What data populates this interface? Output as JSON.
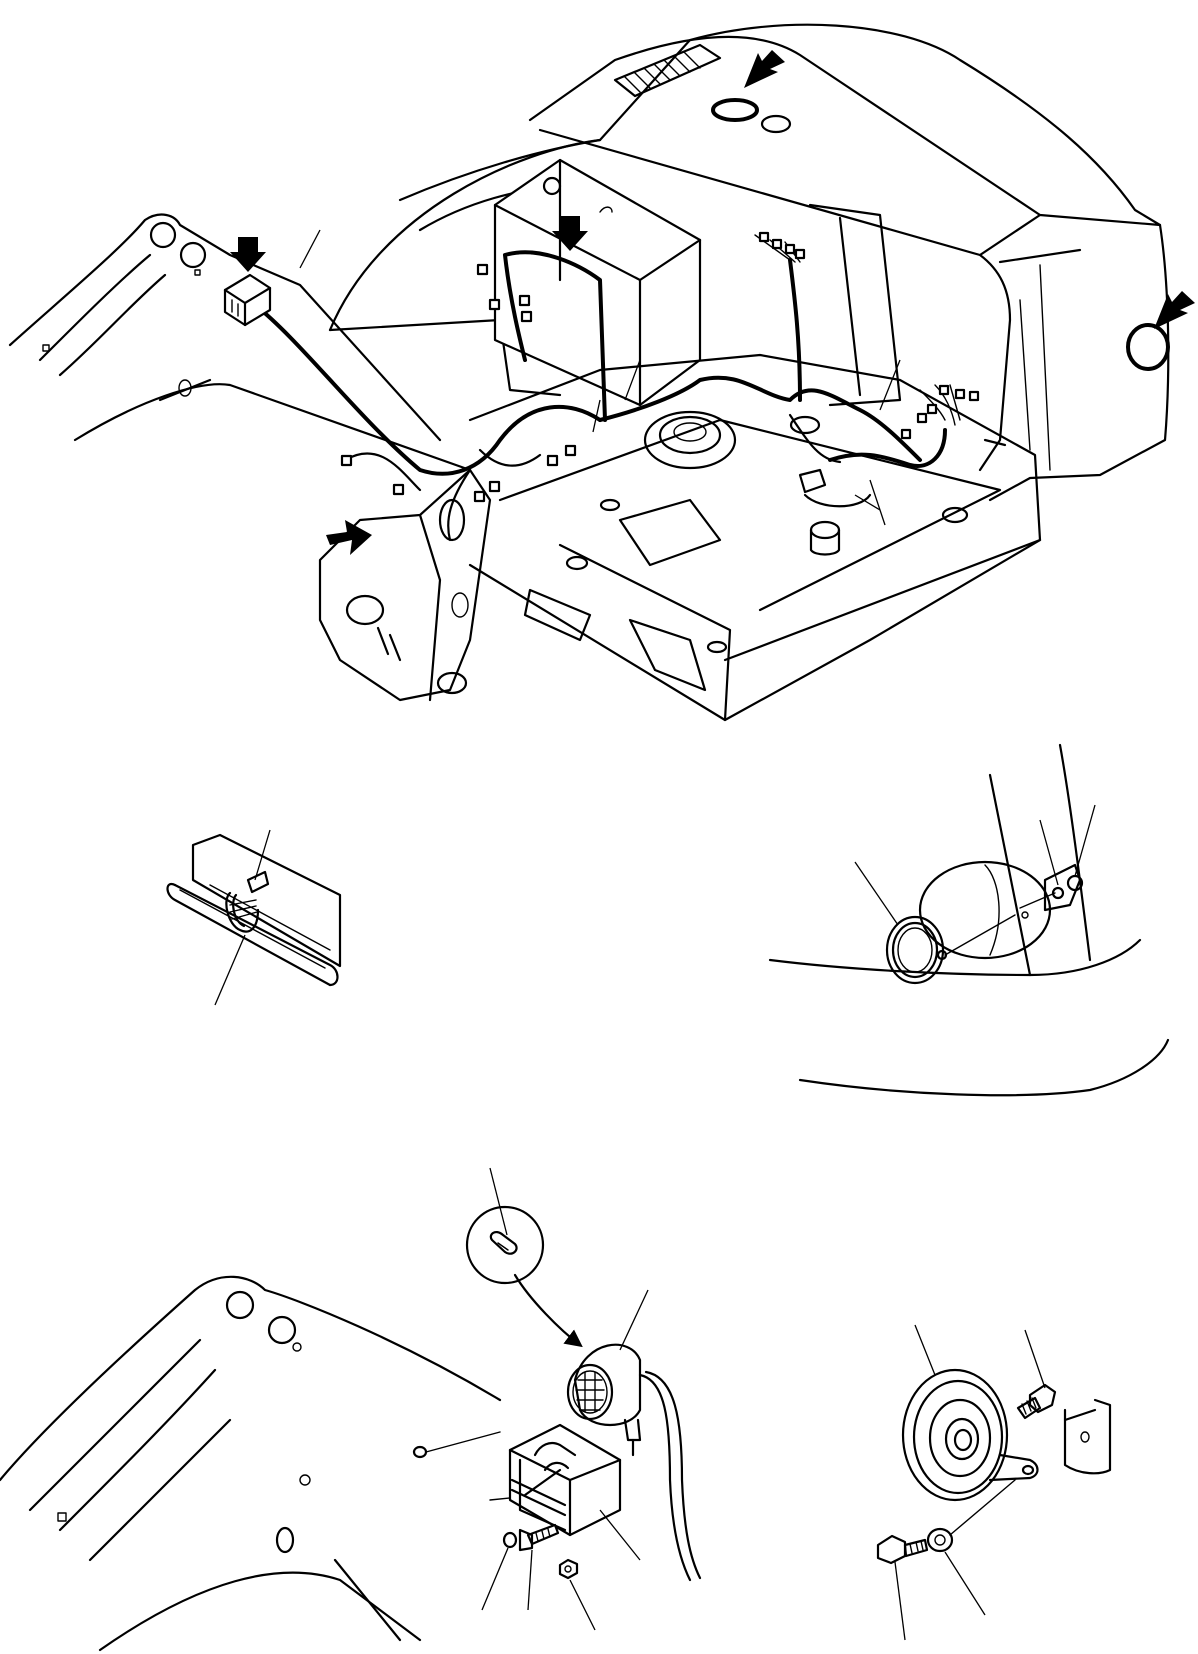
{
  "diagram": {
    "type": "technical-exploded-view",
    "colors": {
      "line": "#000000",
      "background": "#ffffff"
    },
    "views": [
      {
        "id": "main-assembly",
        "icons": [
          "arrow-icon",
          "arrow-icon",
          "arrow-icon",
          "arrow-icon",
          "arrow-icon"
        ]
      },
      {
        "id": "clamp-detail",
        "icons": []
      },
      {
        "id": "grommet-detail",
        "icons": []
      },
      {
        "id": "lamp-detail",
        "icons": [
          "bulb-icon"
        ]
      },
      {
        "id": "horn-detail",
        "icons": []
      }
    ],
    "callout_labels": []
  }
}
